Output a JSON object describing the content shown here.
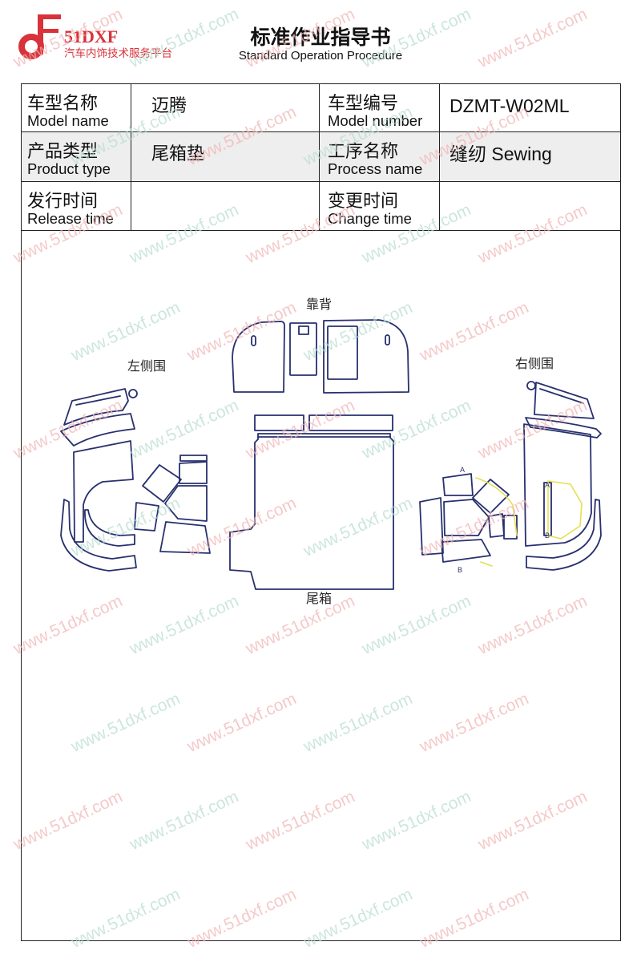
{
  "header": {
    "brand": "51DXF",
    "tagline": "汽车内饰技术服务平台",
    "title": "标准作业指导书",
    "subtitle": "Standard Operation Procedure"
  },
  "info_table": {
    "model_name": {
      "label_cn": "车型名称",
      "label_en": "Model name",
      "value": "迈腾"
    },
    "model_number": {
      "label_cn": "车型编号",
      "label_en": "Model number",
      "value": "DZMT-W02ML"
    },
    "product_type": {
      "label_cn": "产品类型",
      "label_en": "Product type",
      "value": "尾箱垫"
    },
    "process_name": {
      "label_cn": "工序名称",
      "label_en": "Process name",
      "value": "缝纫 Sewing"
    },
    "release_time": {
      "label_cn": "发行时间",
      "label_en": "Release time"
    },
    "change_time": {
      "label_cn": "变更时间",
      "label_en": "Change time"
    }
  },
  "diagram": {
    "labels": {
      "backrest": "靠背",
      "left_side": "左侧围",
      "right_side": "右侧围",
      "trunk": "尾箱"
    },
    "markers": {
      "a": "A",
      "b": "B"
    }
  },
  "watermark": {
    "text": "www.51dxf.com"
  },
  "icons": {
    "logo": "51dxf-logo-icon"
  },
  "colors": {
    "brand_red": "#d8323a",
    "row_shade": "#eeeeee",
    "outline": "#27306e",
    "highlight": "#e4df52",
    "watermark": [
      "#f1b3b3",
      "#b7dccf"
    ]
  }
}
